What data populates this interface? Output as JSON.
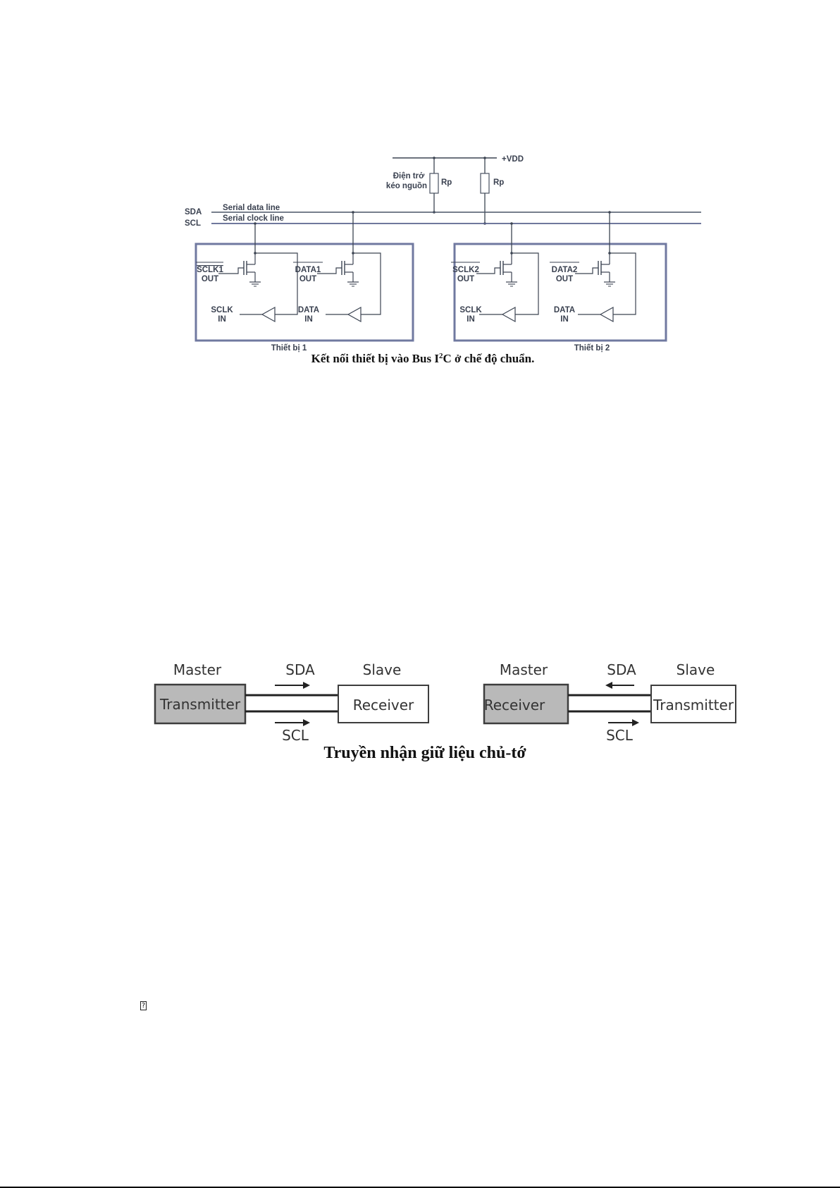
{
  "figure1": {
    "supply_label": "+VDD",
    "pullup_label_line1": "Điện trở",
    "pullup_label_line2": "kéo nguồn",
    "resistor_labels": [
      "Rp",
      "Rp"
    ],
    "bus_labels": {
      "sda": "SDA",
      "scl": "SCL"
    },
    "bus_descriptions": {
      "sda": "Serial data line",
      "scl": "Serial clock line"
    },
    "devices": [
      {
        "name": "Thiết bị 1",
        "clock_out": [
          "SCLK1",
          "OUT"
        ],
        "clock_in": [
          "SCLK",
          "IN"
        ],
        "data_out": [
          "DATA1",
          "OUT"
        ],
        "data_in": [
          "DATA",
          "IN"
        ]
      },
      {
        "name": "Thiết bị 2",
        "clock_out": [
          "SCLK2",
          "OUT"
        ],
        "clock_in": [
          "SCLK",
          "IN"
        ],
        "data_out": [
          "DATA2",
          "OUT"
        ],
        "data_in": [
          "DATA",
          "IN"
        ]
      }
    ],
    "caption_pre": "Kết nối thiết bị vào Bus I",
    "caption_sup": "2",
    "caption_post": "C ở chế độ chuẩn."
  },
  "figure2": {
    "left": {
      "master_role": "Master",
      "master_box": "Transmitter",
      "slave_role": "Slave",
      "slave_box": "Receiver",
      "sda": "SDA",
      "scl": "SCL",
      "sda_direction": "right",
      "scl_direction": "right"
    },
    "right": {
      "master_role": "Master",
      "master_box": "Receiver",
      "slave_role": "Slave",
      "slave_box": "Transmitter",
      "sda": "SDA",
      "scl": "SCL",
      "sda_direction": "left",
      "scl_direction": "right"
    },
    "caption": "Truyền nhận giữ liệu chủ-tớ"
  },
  "missing_glyph": "?",
  "colors": {
    "wire": "#3c4452",
    "device_border": "#7079a0",
    "shaded_box": "#b9b9b9"
  }
}
